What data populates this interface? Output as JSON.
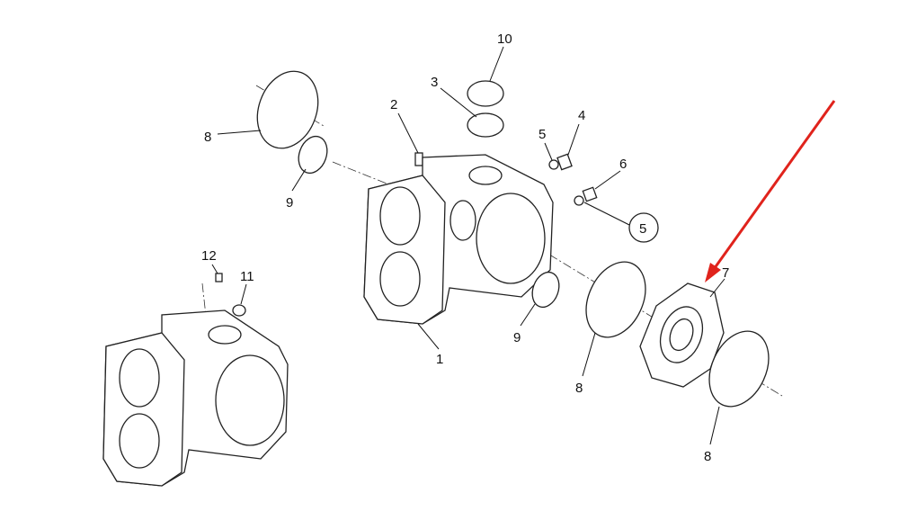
{
  "diagram": {
    "labels": [
      {
        "id": "10",
        "text": "10"
      },
      {
        "id": "3",
        "text": "3"
      },
      {
        "id": "2",
        "text": "2"
      },
      {
        "id": "5a",
        "text": "5"
      },
      {
        "id": "4",
        "text": "4"
      },
      {
        "id": "6",
        "text": "6"
      },
      {
        "id": "5b",
        "text": "5"
      },
      {
        "id": "8a",
        "text": "8"
      },
      {
        "id": "9a",
        "text": "9"
      },
      {
        "id": "12",
        "text": "12"
      },
      {
        "id": "11",
        "text": "11"
      },
      {
        "id": "7",
        "text": "7"
      },
      {
        "id": "9b",
        "text": "9"
      },
      {
        "id": "1",
        "text": "1"
      },
      {
        "id": "8b",
        "text": "8"
      },
      {
        "id": "8c",
        "text": "8"
      }
    ],
    "colors": {
      "arrow": "#e0231c",
      "line": "#111111"
    }
  }
}
